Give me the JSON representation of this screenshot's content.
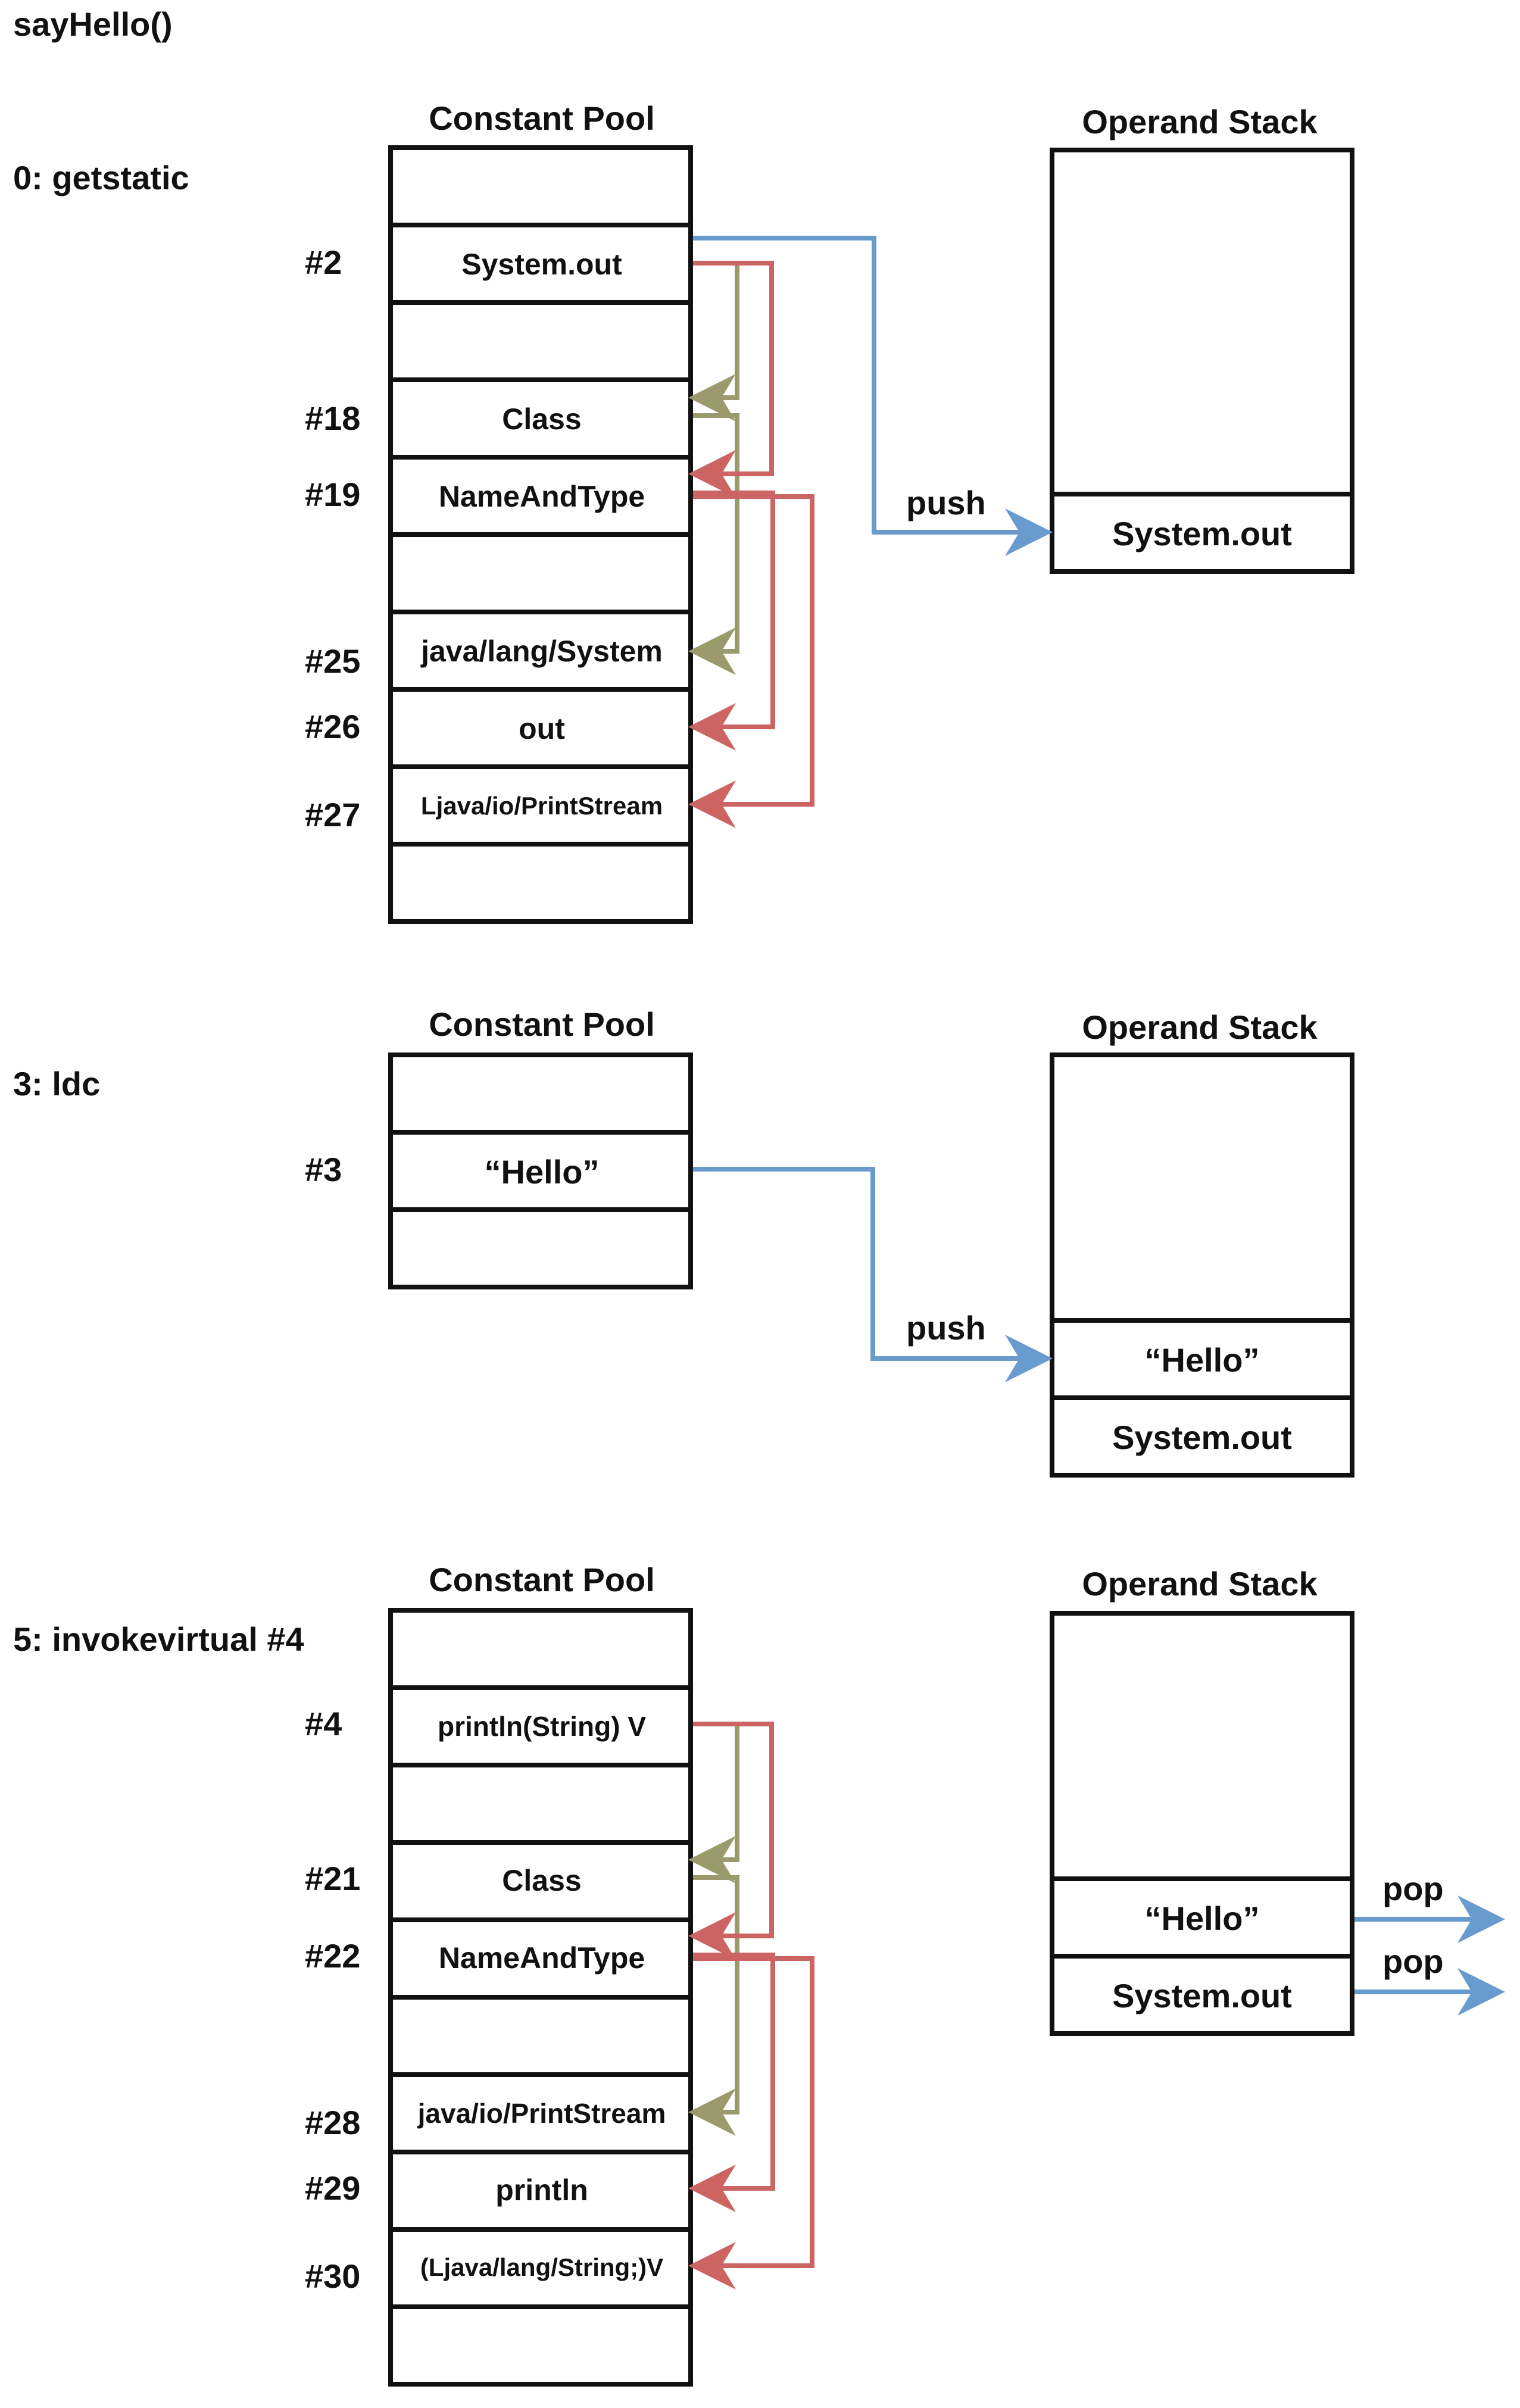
{
  "title": "sayHello()",
  "colors": {
    "push_pop": "#6a9bcf",
    "class_ref": "#9b9a6c",
    "name_type_ref": "#cd6464",
    "border": "#111111"
  },
  "sections": [
    {
      "instruction": "0: getstatic",
      "pool_title": "Constant Pool",
      "stack_title": "Operand Stack",
      "pool_rows": [
        {
          "index": "",
          "text": ""
        },
        {
          "index": "#2",
          "text": "System.out"
        },
        {
          "index": "",
          "text": ""
        },
        {
          "index": "#18",
          "text": "Class"
        },
        {
          "index": "#19",
          "text": "NameAndType"
        },
        {
          "index": "",
          "text": ""
        },
        {
          "index": "#25",
          "text": "java/lang/System"
        },
        {
          "index": "#26",
          "text": "out"
        },
        {
          "index": "#27",
          "text": "Ljava/io/PrintStream"
        },
        {
          "index": "",
          "text": ""
        }
      ],
      "stack_items": [
        "System.out"
      ],
      "push_label": "push"
    },
    {
      "instruction": "3: ldc",
      "pool_title": "Constant Pool",
      "stack_title": "Operand Stack",
      "pool_rows": [
        {
          "index": "",
          "text": ""
        },
        {
          "index": "#3",
          "text": "“Hello”"
        },
        {
          "index": "",
          "text": ""
        }
      ],
      "stack_items": [
        "“Hello”",
        "System.out"
      ],
      "push_label": "push"
    },
    {
      "instruction": "5: invokevirtual #4",
      "pool_title": "Constant Pool",
      "stack_title": "Operand Stack",
      "pool_rows": [
        {
          "index": "",
          "text": ""
        },
        {
          "index": "#4",
          "text": "println(String) V"
        },
        {
          "index": "",
          "text": ""
        },
        {
          "index": "#21",
          "text": "Class"
        },
        {
          "index": "#22",
          "text": "NameAndType"
        },
        {
          "index": "",
          "text": ""
        },
        {
          "index": "#28",
          "text": "java/io/PrintStream"
        },
        {
          "index": "#29",
          "text": "println"
        },
        {
          "index": "#30",
          "text": "(Ljava/lang/String;)V"
        },
        {
          "index": "",
          "text": ""
        }
      ],
      "stack_items": [
        "“Hello”",
        "System.out"
      ],
      "pop_labels": [
        "pop",
        "pop"
      ]
    }
  ]
}
